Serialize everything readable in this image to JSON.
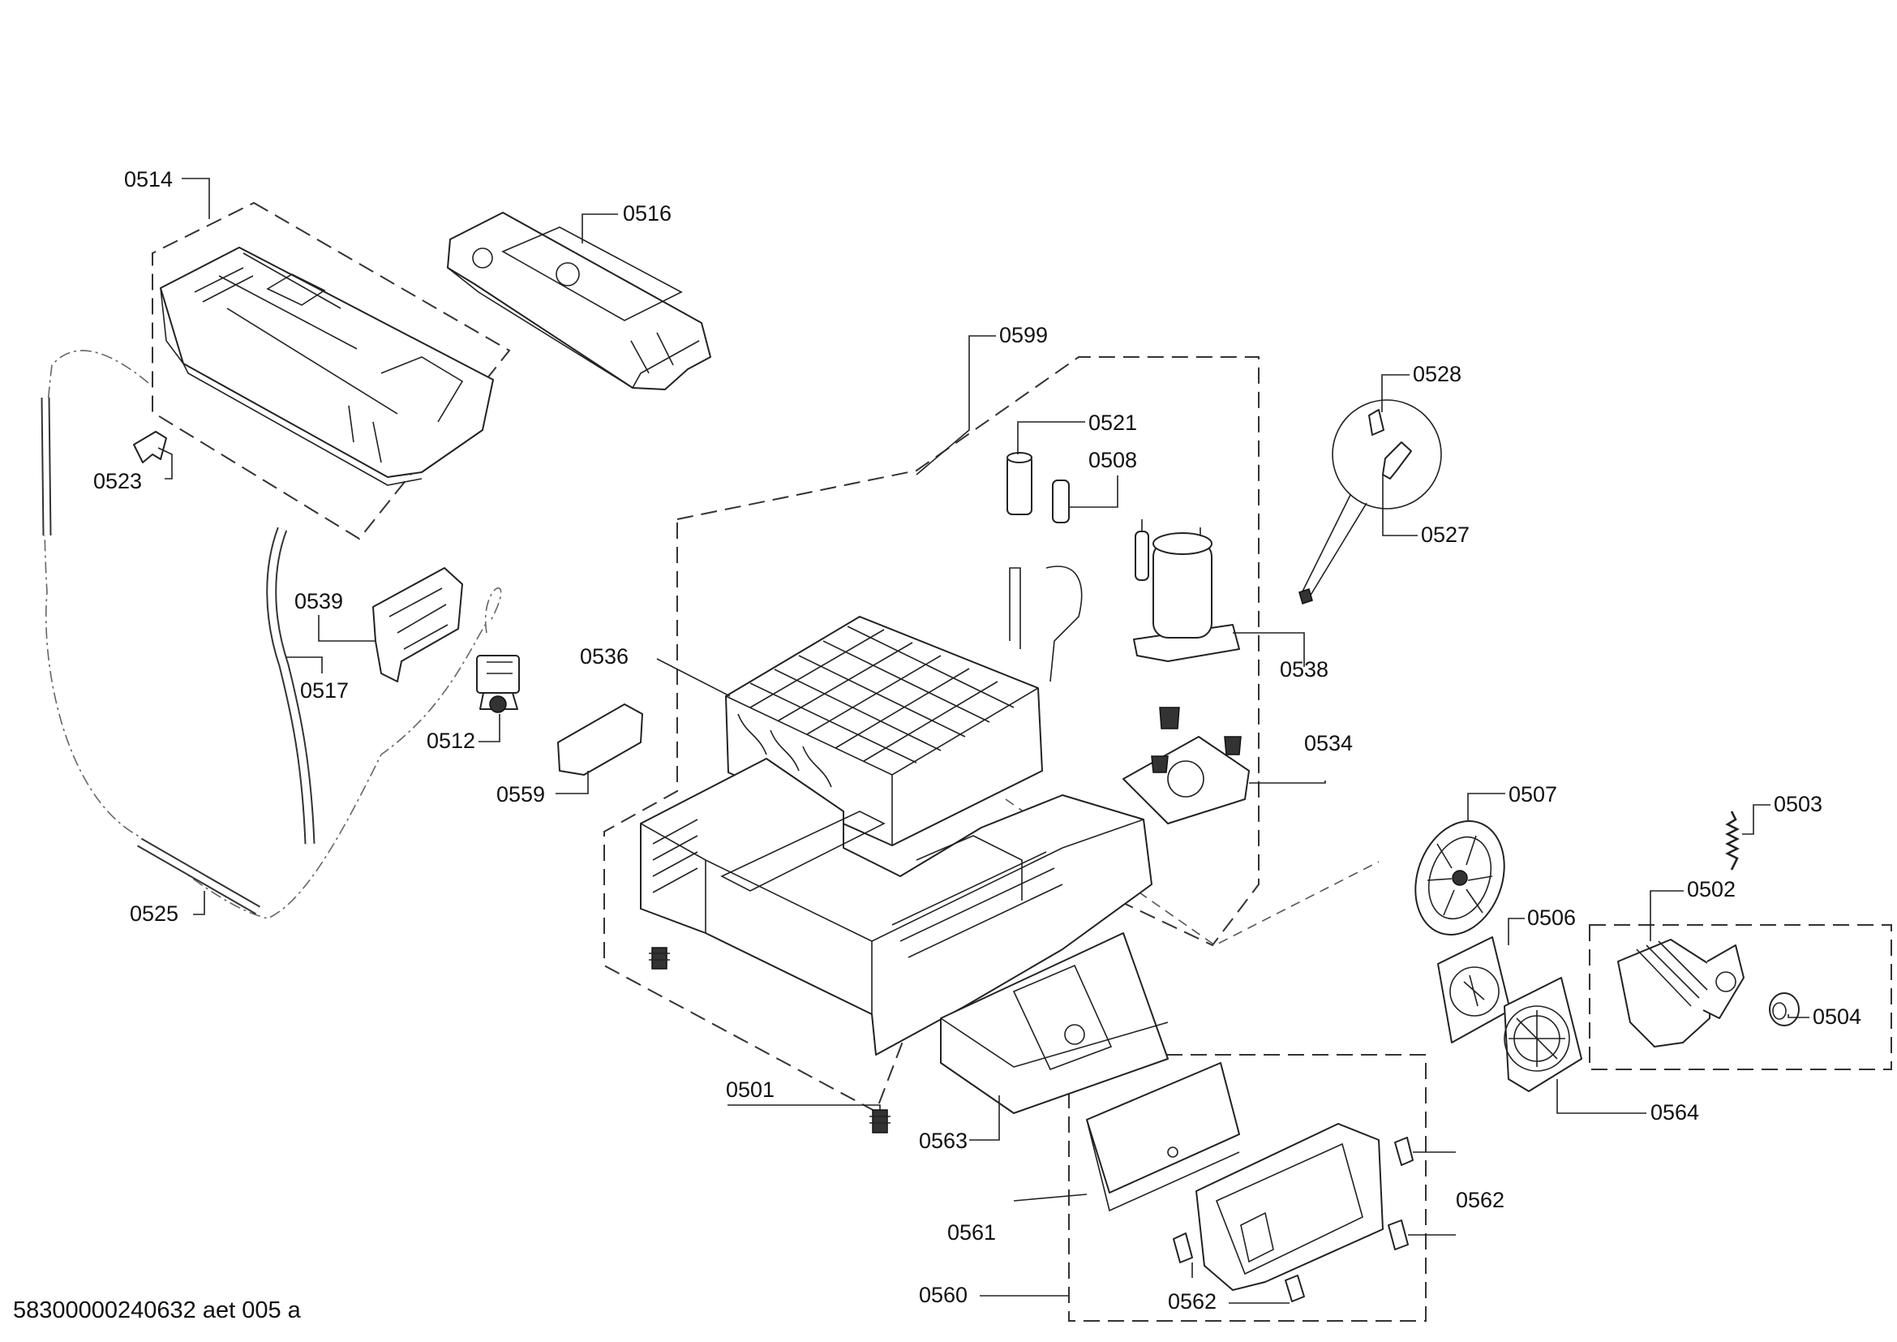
{
  "callouts": [
    "0514",
    "0516",
    "0599",
    "0523",
    "0521",
    "0508",
    "0528",
    "0527",
    "0539",
    "0517",
    "0536",
    "0538",
    "0512",
    "0559",
    "0534",
    "0525",
    "0507",
    "0503",
    "0502",
    "0506",
    "0504",
    "0564",
    "0501",
    "0563",
    "0562",
    "0561",
    "0560",
    "0562"
  ],
  "footer": {
    "code": "58300000240632 aet 005 a"
  }
}
